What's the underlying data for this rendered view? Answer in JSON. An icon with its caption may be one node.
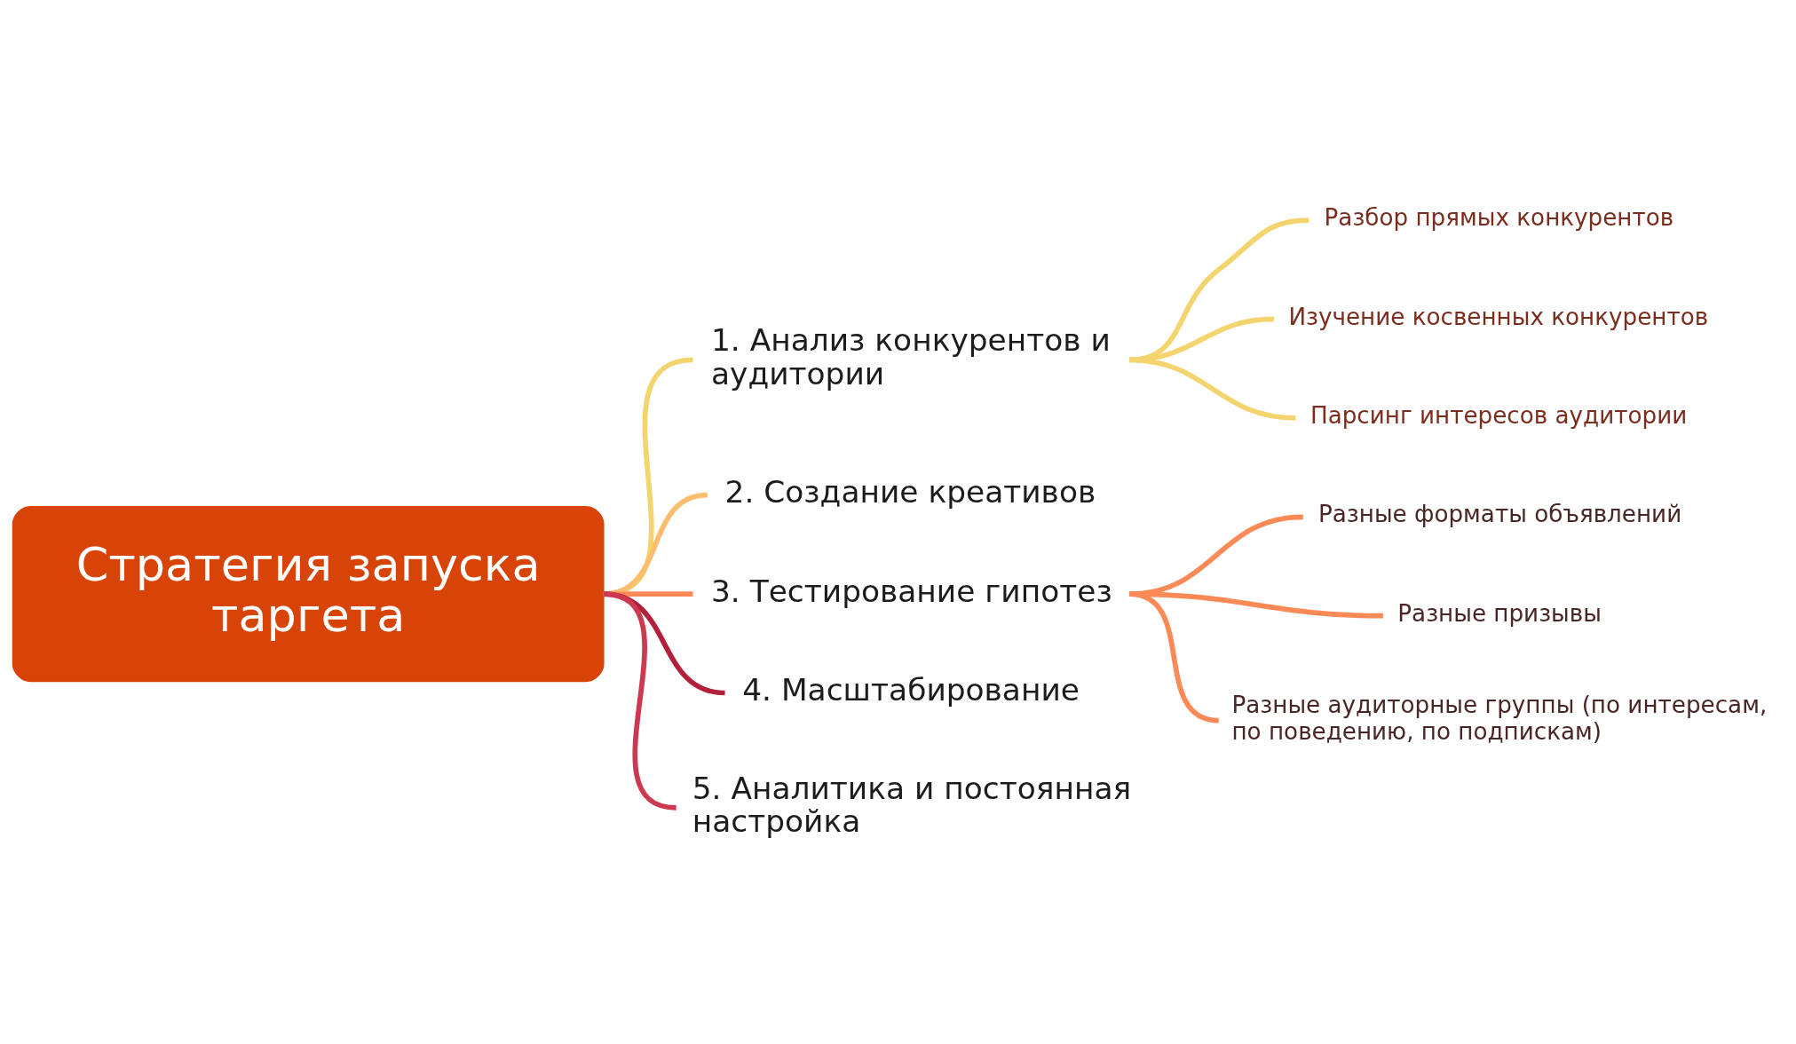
{
  "diagram": {
    "nodes": [
      {
        "text": [
          "Стратегия запуска таргета"
        ]
      },
      {
        "text": [
          "1. Анализ конкурентов и аудитории"
        ]
      },
      {
        "text": [
          "Разбор прямых конкурентов"
        ]
      },
      {
        "text": [
          "Изучение косвенных конкурентов"
        ]
      },
      {
        "text": [
          "Парсинг интересов аудитории"
        ]
      },
      {
        "text": [
          "2. Создание креативов"
        ]
      },
      {
        "text": [
          "3. Тестирование гипотез"
        ]
      },
      {
        "text": [
          "Разные форматы объявлений"
        ]
      },
      {
        "text": [
          "Разные призывы"
        ]
      },
      {
        "text": [
          "Разные аудиторные группы (по интересам, по поведению, по подпискам)"
        ]
      },
      {
        "text": [
          "4. Масштабирование"
        ]
      },
      {
        "text": [
          "5. Аналитика и постоянная настройка"
        ]
      }
    ],
    "edges": [
      {
        "from": 0,
        "to": 1,
        "arrow": "none",
        "color": "#f3d46e"
      },
      {
        "from": 1,
        "to": 2,
        "arrow": "none",
        "color": "#f3d46e"
      },
      {
        "from": 1,
        "to": 3,
        "arrow": "none",
        "color": "#f3d46e"
      },
      {
        "from": 1,
        "to": 4,
        "arrow": "none",
        "color": "#f3d46e"
      },
      {
        "from": 0,
        "to": 5,
        "arrow": "none",
        "color": "#fdbd6e"
      },
      {
        "from": 0,
        "to": 6,
        "arrow": "none",
        "color": "#fb8a56"
      },
      {
        "from": 6,
        "to": 7,
        "arrow": "none",
        "color": "#fb8a56"
      },
      {
        "from": 6,
        "to": 8,
        "arrow": "none",
        "color": "#fb8a56"
      },
      {
        "from": 6,
        "to": 9,
        "arrow": "none",
        "color": "#fb8a56"
      },
      {
        "from": 0,
        "to": 10,
        "arrow": "none",
        "color": "#b3203b"
      },
      {
        "from": 0,
        "to": 11,
        "arrow": "none",
        "color": "#cc3a52"
      }
    ]
  }
}
